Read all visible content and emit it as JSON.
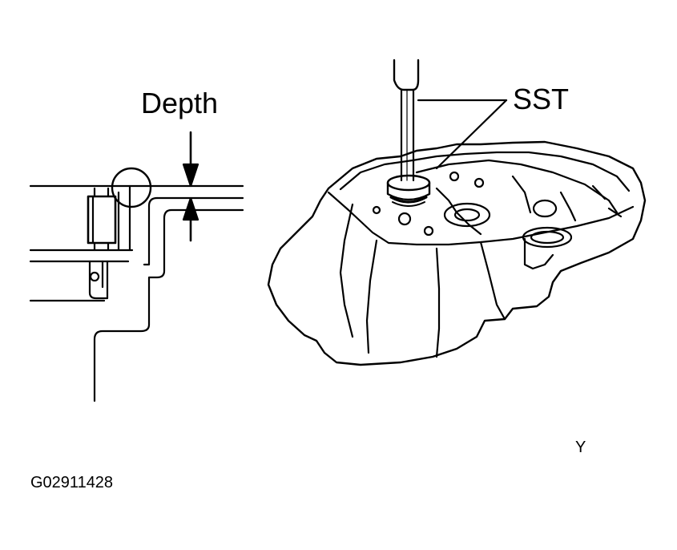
{
  "labels": {
    "depth": "Depth",
    "sst": "SST",
    "view_letter": "Y",
    "figure_code": "G02911428"
  },
  "colors": {
    "line": "#000000",
    "background": "#ffffff"
  }
}
